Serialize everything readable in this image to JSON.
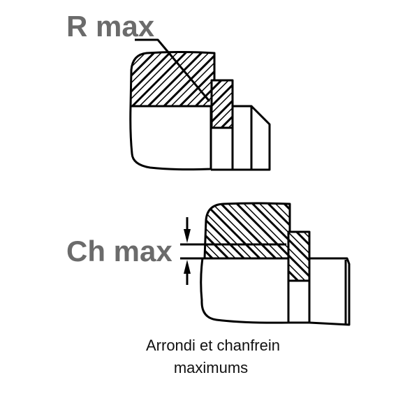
{
  "labels": {
    "radius": "R max",
    "chamfer": "Ch max"
  },
  "caption": {
    "line1": "Arrondi et chanfrein",
    "line2": "maximums"
  },
  "colors": {
    "label": "#6b6b6b",
    "line": "#000000"
  }
}
